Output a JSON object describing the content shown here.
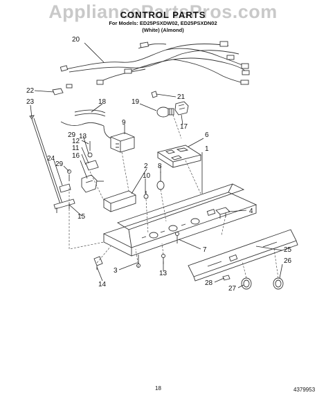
{
  "header": {
    "watermark": "AppliancePartsPros.com",
    "title": "CONTROL PARTS",
    "models": "For Models: ED25PSXDW02, ED25PSXDN02",
    "colors": "(White)   (Almond)"
  },
  "footer": {
    "page_number": "18",
    "document_number": "4379953"
  },
  "callouts": [
    "20",
    "22",
    "23",
    "18",
    "19",
    "21",
    "17",
    "9",
    "13",
    "29",
    "12",
    "11",
    "16",
    "6",
    "1",
    "2",
    "8",
    "24",
    "29",
    "10",
    "15",
    "4",
    "7",
    "25",
    "3",
    "13",
    "26",
    "14",
    "28",
    "27"
  ]
}
